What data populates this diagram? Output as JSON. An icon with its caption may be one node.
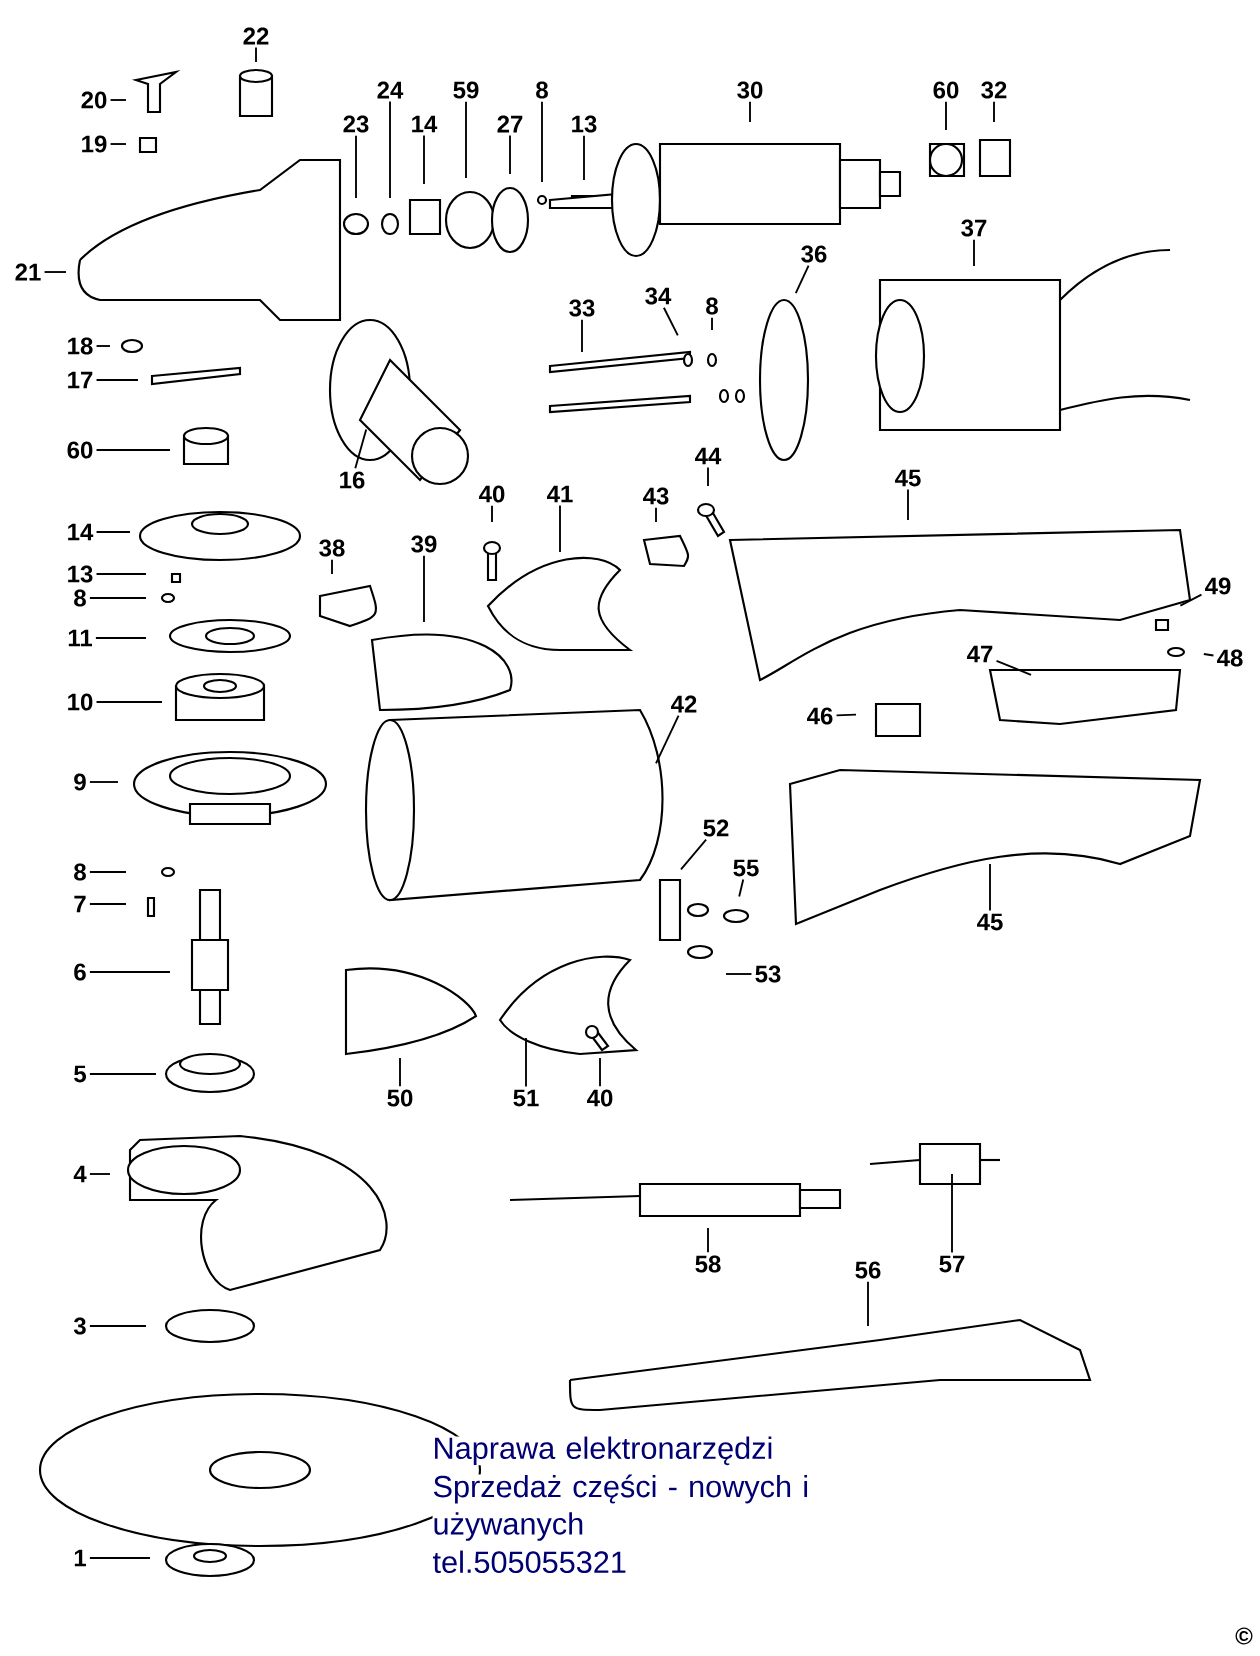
{
  "diagram": {
    "nodes": [
      {
        "text": [
          "22"
        ]
      },
      {
        "text": [
          "20"
        ]
      },
      {
        "text": [
          "19"
        ]
      },
      {
        "text": [
          "24"
        ]
      },
      {
        "text": [
          "59"
        ]
      },
      {
        "text": [
          "8"
        ]
      },
      {
        "text": [
          "23"
        ]
      },
      {
        "text": [
          "14"
        ]
      },
      {
        "text": [
          "27"
        ]
      },
      {
        "text": [
          "13"
        ]
      },
      {
        "text": [
          "30"
        ]
      },
      {
        "text": [
          "60"
        ]
      },
      {
        "text": [
          "32"
        ]
      },
      {
        "text": [
          "21"
        ]
      },
      {
        "text": [
          "36"
        ]
      },
      {
        "text": [
          "37"
        ]
      },
      {
        "text": [
          "33"
        ]
      },
      {
        "text": [
          "34"
        ]
      },
      {
        "text": [
          "8"
        ]
      },
      {
        "text": [
          "18"
        ]
      },
      {
        "text": [
          "17"
        ]
      },
      {
        "text": [
          "60"
        ]
      },
      {
        "text": [
          "16"
        ]
      },
      {
        "text": [
          "40"
        ]
      },
      {
        "text": [
          "41"
        ]
      },
      {
        "text": [
          "44"
        ]
      },
      {
        "text": [
          "43"
        ]
      },
      {
        "text": [
          "45"
        ]
      },
      {
        "text": [
          "14"
        ]
      },
      {
        "text": [
          "38"
        ]
      },
      {
        "text": [
          "39"
        ]
      },
      {
        "text": [
          "13"
        ]
      },
      {
        "text": [
          "8"
        ]
      },
      {
        "text": [
          "11"
        ]
      },
      {
        "text": [
          "49"
        ]
      },
      {
        "text": [
          "48"
        ]
      },
      {
        "text": [
          "47"
        ]
      },
      {
        "text": [
          "10"
        ]
      },
      {
        "text": [
          "42"
        ]
      },
      {
        "text": [
          "46"
        ]
      },
      {
        "text": [
          "9"
        ]
      },
      {
        "text": [
          "45"
        ]
      },
      {
        "text": [
          "52"
        ]
      },
      {
        "text": [
          "55"
        ]
      },
      {
        "text": [
          "8"
        ]
      },
      {
        "text": [
          "7"
        ]
      },
      {
        "text": [
          "53"
        ]
      },
      {
        "text": [
          "6"
        ]
      },
      {
        "text": [
          "5"
        ]
      },
      {
        "text": [
          "50"
        ]
      },
      {
        "text": [
          "51"
        ]
      },
      {
        "text": [
          "40"
        ]
      },
      {
        "text": [
          "4"
        ]
      },
      {
        "text": [
          "58"
        ]
      },
      {
        "text": [
          "57"
        ]
      },
      {
        "text": [
          "56"
        ]
      },
      {
        "text": [
          "3"
        ]
      },
      {
        "text": [
          "1"
        ]
      }
    ],
    "edges": [
      {
        "from": 0,
        "to": null,
        "arrow": "none"
      },
      {
        "from": 1,
        "to": null,
        "arrow": "none"
      },
      {
        "from": 2,
        "to": null,
        "arrow": "none"
      },
      {
        "from": 3,
        "to": null,
        "arrow": "none"
      },
      {
        "from": 4,
        "to": null,
        "arrow": "none"
      },
      {
        "from": 5,
        "to": null,
        "arrow": "none"
      },
      {
        "from": 6,
        "to": null,
        "arrow": "none"
      },
      {
        "from": 7,
        "to": null,
        "arrow": "none"
      },
      {
        "from": 8,
        "to": null,
        "arrow": "none"
      },
      {
        "from": 9,
        "to": null,
        "arrow": "none"
      },
      {
        "from": 10,
        "to": null,
        "arrow": "none"
      },
      {
        "from": 11,
        "to": null,
        "arrow": "none"
      },
      {
        "from": 12,
        "to": null,
        "arrow": "none"
      },
      {
        "from": 13,
        "to": null,
        "arrow": "none"
      },
      {
        "from": 14,
        "to": null,
        "arrow": "none"
      },
      {
        "from": 15,
        "to": null,
        "arrow": "none"
      },
      {
        "from": 16,
        "to": null,
        "arrow": "none"
      },
      {
        "from": 17,
        "to": null,
        "arrow": "none"
      },
      {
        "from": 18,
        "to": null,
        "arrow": "none"
      },
      {
        "from": 19,
        "to": null,
        "arrow": "none"
      },
      {
        "from": 20,
        "to": null,
        "arrow": "none"
      },
      {
        "from": 21,
        "to": null,
        "arrow": "none"
      },
      {
        "from": 22,
        "to": null,
        "arrow": "none"
      },
      {
        "from": 23,
        "to": null,
        "arrow": "none"
      },
      {
        "from": 24,
        "to": null,
        "arrow": "none"
      },
      {
        "from": 25,
        "to": null,
        "arrow": "none"
      },
      {
        "from": 26,
        "to": null,
        "arrow": "none"
      },
      {
        "from": 27,
        "to": null,
        "arrow": "none"
      },
      {
        "from": 28,
        "to": null,
        "arrow": "none"
      },
      {
        "from": 29,
        "to": null,
        "arrow": "none"
      },
      {
        "from": 30,
        "to": null,
        "arrow": "none"
      },
      {
        "from": 31,
        "to": null,
        "arrow": "none"
      },
      {
        "from": 32,
        "to": null,
        "arrow": "none"
      },
      {
        "from": 33,
        "to": null,
        "arrow": "none"
      },
      {
        "from": 34,
        "to": null,
        "arrow": "none"
      },
      {
        "from": 35,
        "to": null,
        "arrow": "none"
      },
      {
        "from": 36,
        "to": null,
        "arrow": "none"
      },
      {
        "from": 37,
        "to": null,
        "arrow": "none"
      },
      {
        "from": 38,
        "to": null,
        "arrow": "none"
      },
      {
        "from": 39,
        "to": null,
        "arrow": "none"
      },
      {
        "from": 40,
        "to": null,
        "arrow": "none"
      },
      {
        "from": 41,
        "to": null,
        "arrow": "none"
      },
      {
        "from": 42,
        "to": null,
        "arrow": "none"
      },
      {
        "from": 43,
        "to": null,
        "arrow": "none"
      },
      {
        "from": 44,
        "to": null,
        "arrow": "none"
      },
      {
        "from": 45,
        "to": null,
        "arrow": "none"
      },
      {
        "from": 46,
        "to": null,
        "arrow": "none"
      },
      {
        "from": 47,
        "to": null,
        "arrow": "none"
      },
      {
        "from": 48,
        "to": null,
        "arrow": "none"
      },
      {
        "from": 49,
        "to": null,
        "arrow": "none"
      },
      {
        "from": 50,
        "to": null,
        "arrow": "none"
      },
      {
        "from": 51,
        "to": null,
        "arrow": "none"
      },
      {
        "from": 52,
        "to": null,
        "arrow": "none"
      },
      {
        "from": 53,
        "to": null,
        "arrow": "none"
      },
      {
        "from": 54,
        "to": null,
        "arrow": "none"
      },
      {
        "from": 55,
        "to": null,
        "arrow": "none"
      },
      {
        "from": 56,
        "to": null,
        "arrow": "none"
      },
      {
        "from": 57,
        "to": null,
        "arrow": "none"
      }
    ],
    "labels": [
      "Naprawa elektronarzędzi",
      "Sprzedaż części - nowych i używanych",
      "tel.505055321",
      "©"
    ]
  }
}
